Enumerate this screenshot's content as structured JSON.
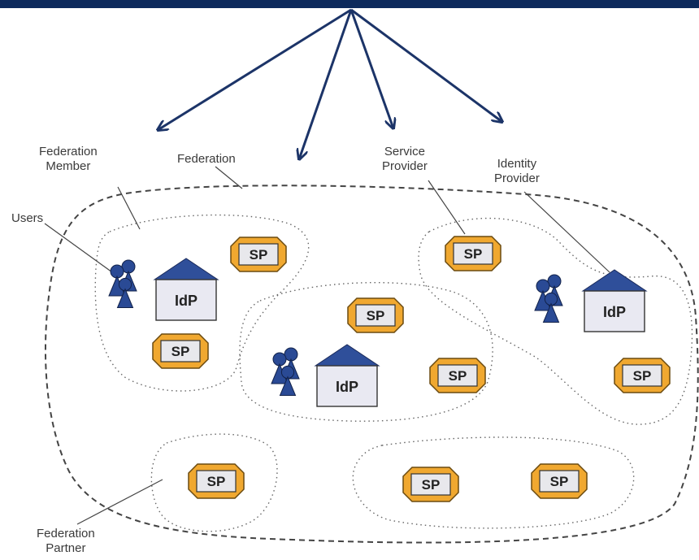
{
  "colors": {
    "top_bar": "#0d2a5c",
    "arrow": "#1c3468",
    "sp_fill": "#f0a830",
    "sp_stroke": "#6a4a10",
    "sp_inner": "#e8e8ec",
    "idp_roof": "#2f4f9a",
    "idp_body": "#e9e9f2",
    "user": "#2a4a95",
    "outline": "#555555",
    "leader": "#444444"
  },
  "labels": {
    "federation_member": [
      "Federation",
      "Member"
    ],
    "federation": "Federation",
    "service_provider": [
      "Service",
      "Provider"
    ],
    "identity_provider": [
      "Identity",
      "Provider"
    ],
    "users": "Users",
    "federation_partner": [
      "Federation",
      "Partner"
    ]
  },
  "node_text": {
    "sp": "SP",
    "idp": "IdP"
  },
  "icons": [
    "arrow-icon",
    "sp-icon",
    "idp-icon",
    "users-icon"
  ]
}
